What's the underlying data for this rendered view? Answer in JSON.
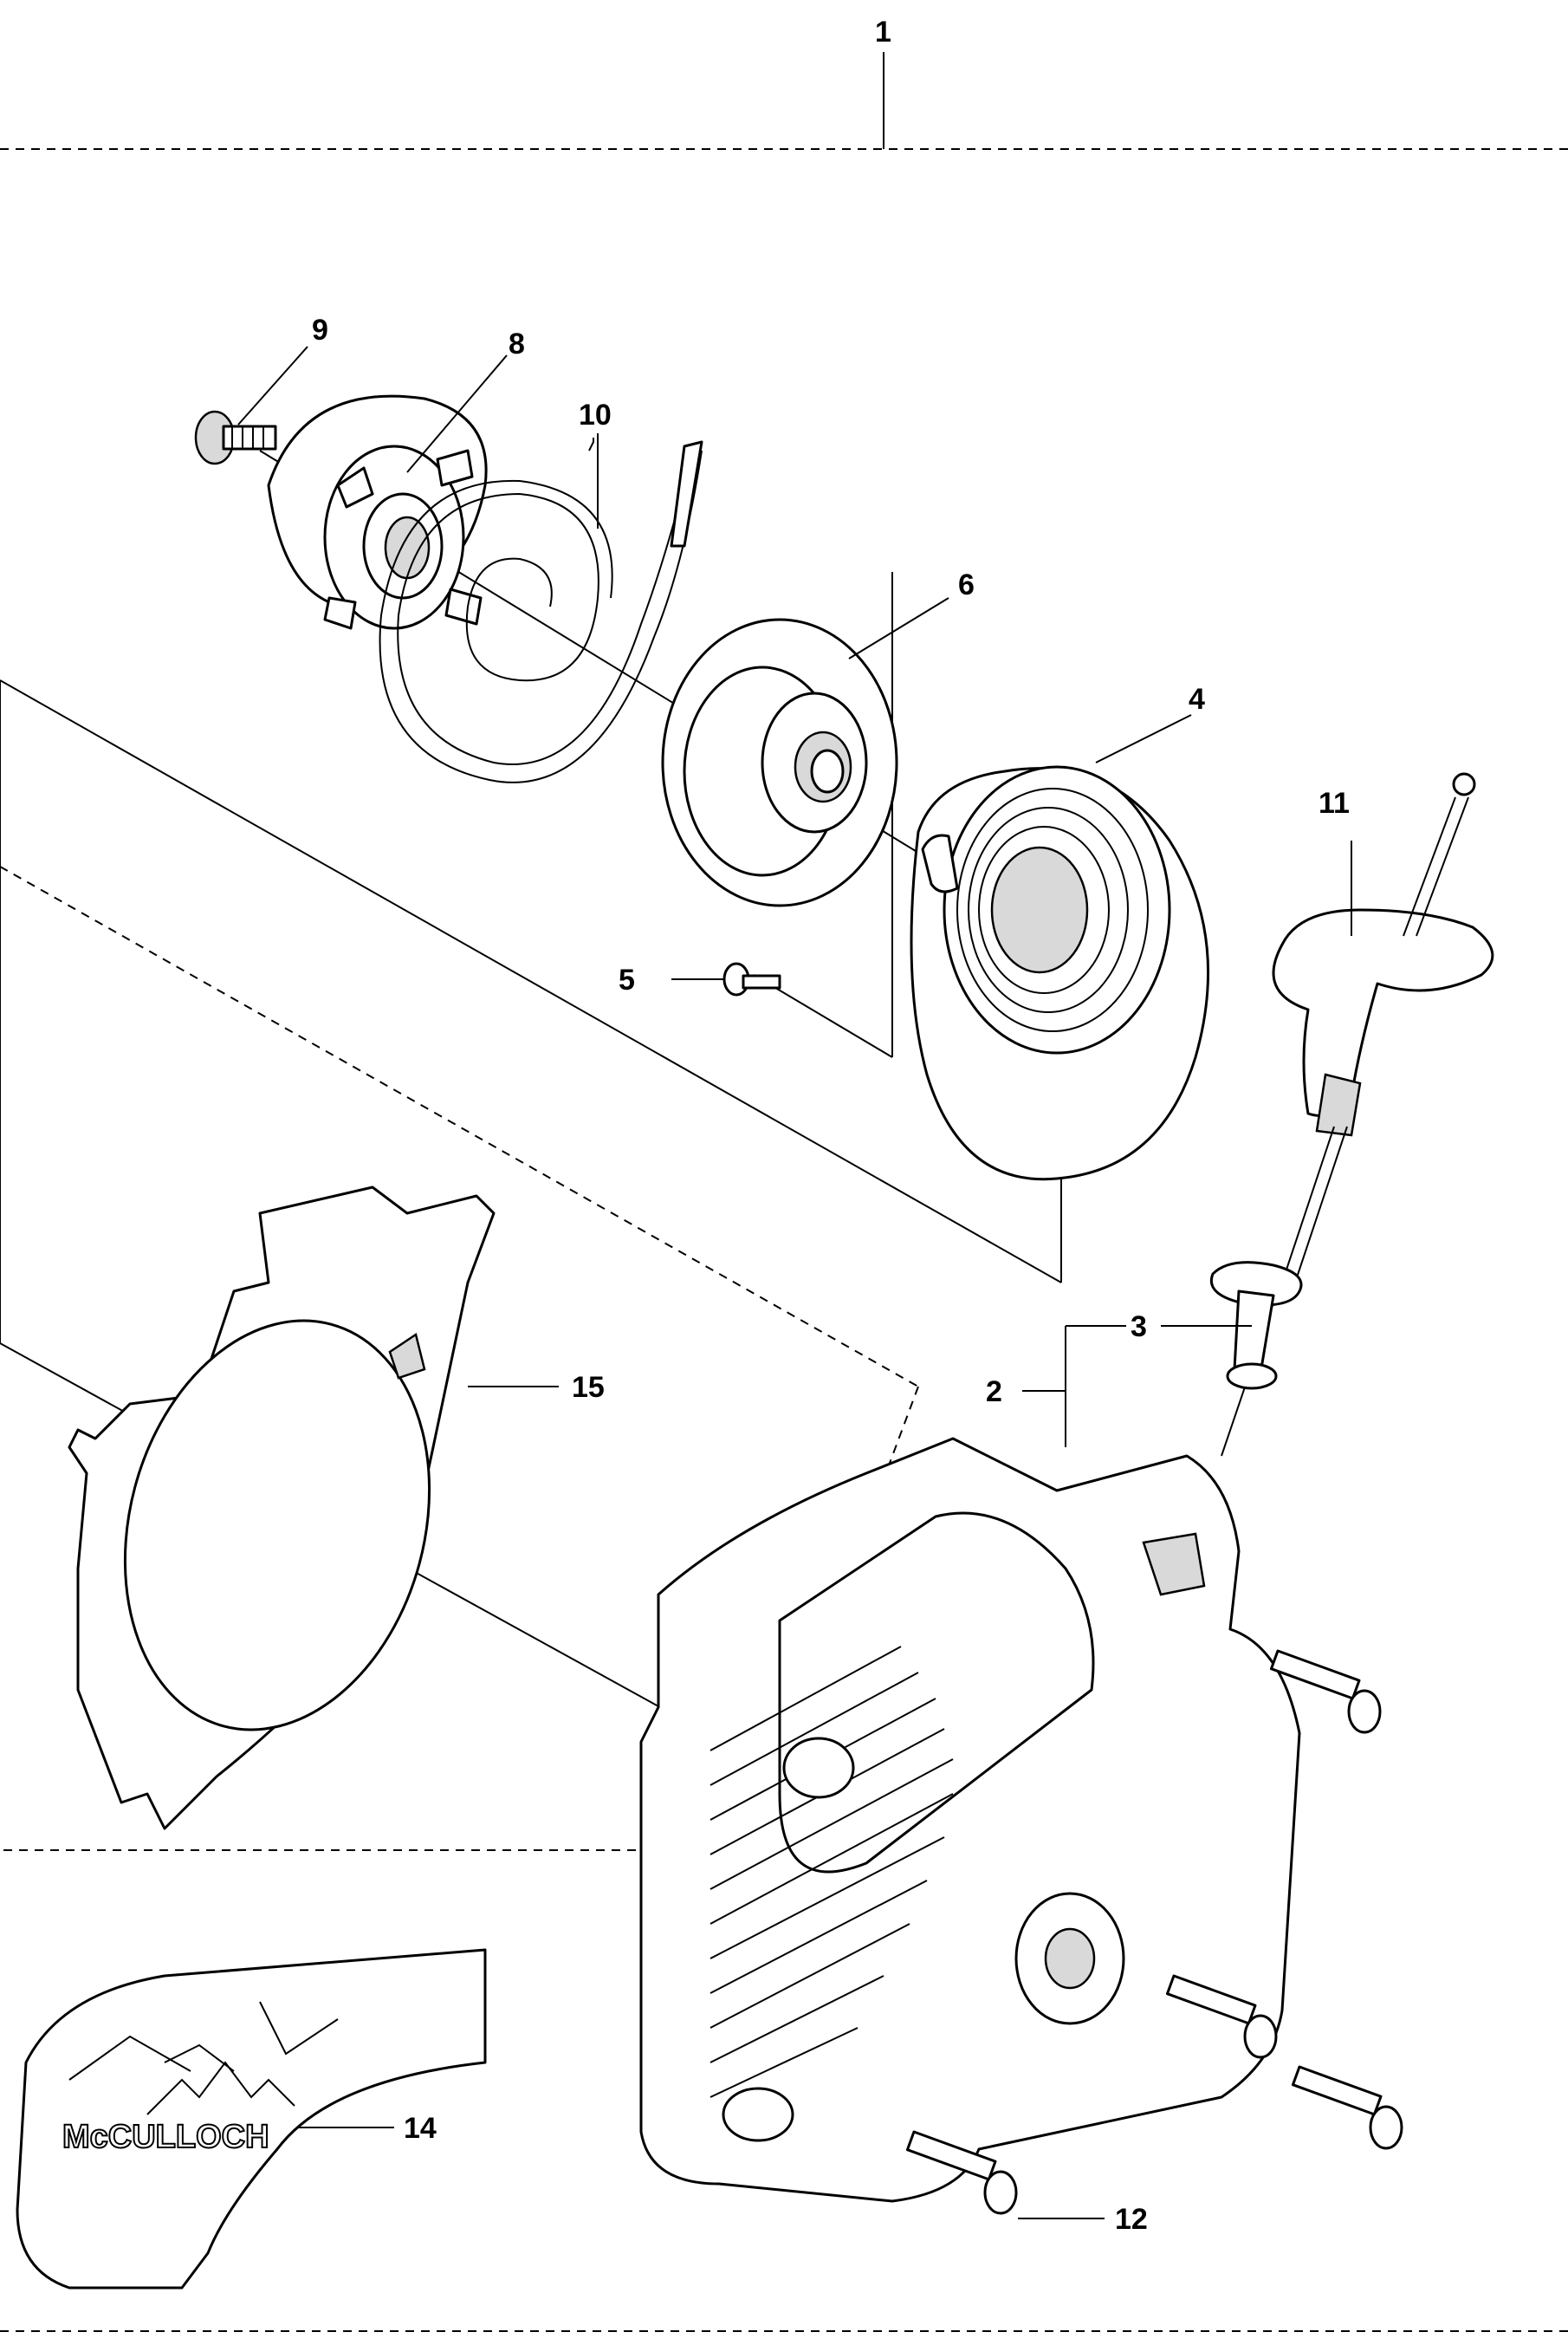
{
  "callouts": {
    "c1": "1",
    "c2": "2",
    "c3": "3",
    "c4": "4",
    "c5": "5",
    "c6": "6",
    "c8": "8",
    "c9": "9",
    "c10": "10",
    "c11": "11",
    "c12": "12",
    "c14": "14",
    "c15": "15"
  },
  "decal": {
    "brand_logo_text": "McCULLOCH"
  }
}
